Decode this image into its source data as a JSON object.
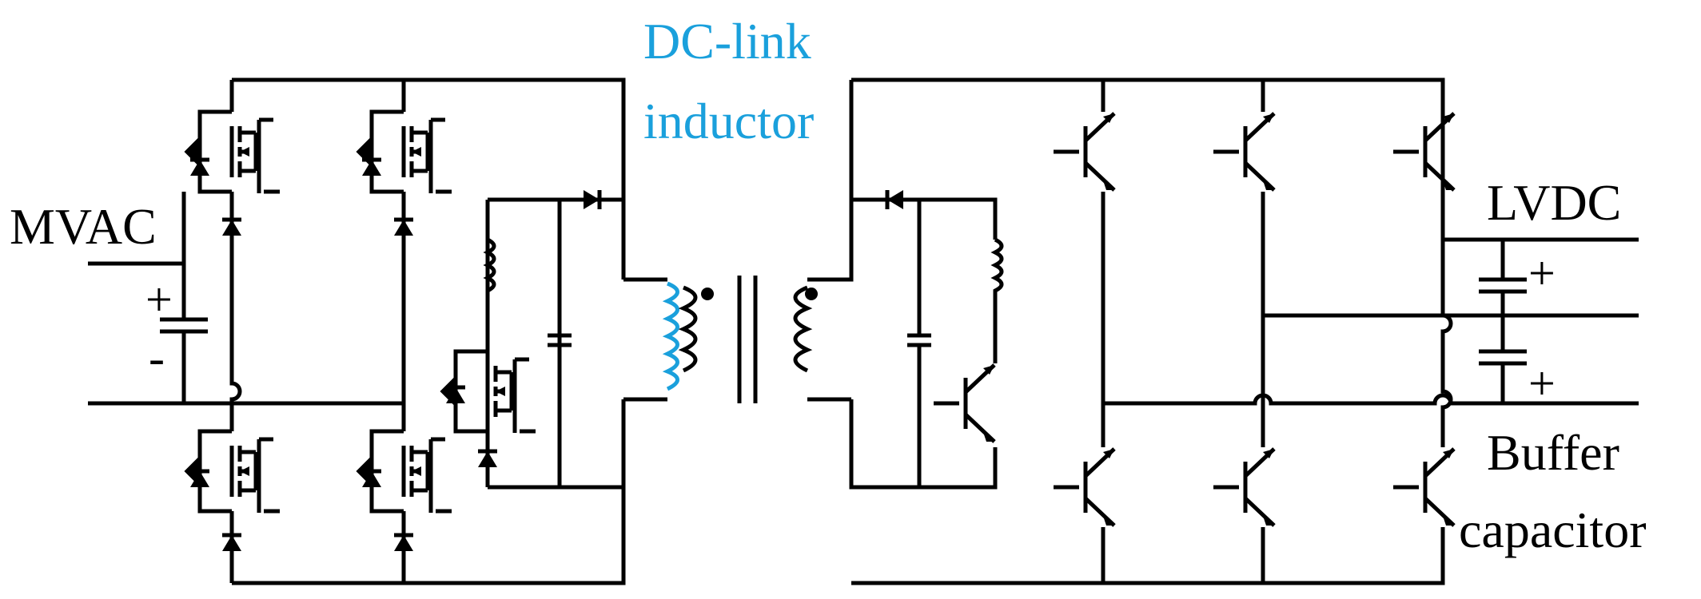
{
  "colors": {
    "wire": "#000000",
    "accent": "#1aa0dc"
  },
  "labels": {
    "mvac": "MVAC",
    "dc_link_line1": "DC-link",
    "dc_link_line2": "inductor",
    "lvdc": "LVDC",
    "buffer_line1": "Buffer",
    "buffer_line2": "capacitor"
  },
  "polarity": {
    "mvac_plus": "+",
    "mvac_minus": "-",
    "lvdc_cap1_plus": "+",
    "lvdc_cap2_plus": "+"
  }
}
